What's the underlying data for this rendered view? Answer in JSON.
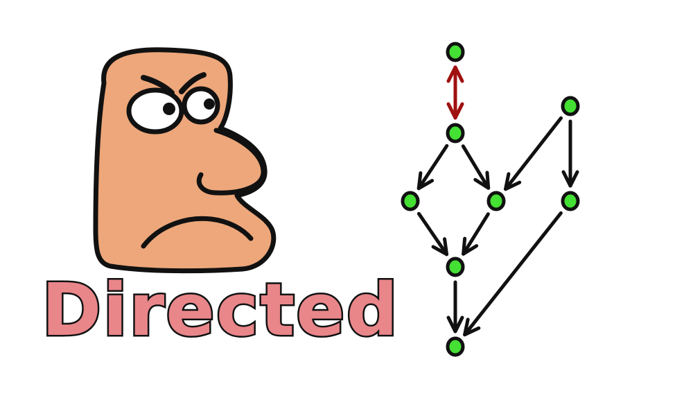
{
  "caption": "Directed",
  "colors": {
    "skin": "#eda77a",
    "outline": "#111111",
    "caption_fill": "#e8868a",
    "node_fill": "#44e033",
    "edge": "#111111",
    "bidirectional_edge": "#a01010"
  },
  "face": {
    "expression": "angry",
    "looking": "right"
  },
  "graph": {
    "nodes": [
      {
        "id": "a"
      },
      {
        "id": "b"
      },
      {
        "id": "c"
      },
      {
        "id": "d"
      },
      {
        "id": "e"
      },
      {
        "id": "f"
      },
      {
        "id": "g"
      },
      {
        "id": "h"
      }
    ],
    "edges": [
      {
        "from": "a",
        "to": "b",
        "kind": "bidirectional"
      },
      {
        "from": "b",
        "to": "c",
        "kind": "directed"
      },
      {
        "from": "b",
        "to": "d",
        "kind": "directed"
      },
      {
        "from": "c",
        "to": "e",
        "kind": "directed"
      },
      {
        "from": "d",
        "to": "e",
        "kind": "directed"
      },
      {
        "from": "e",
        "to": "f",
        "kind": "directed"
      },
      {
        "from": "g",
        "to": "d",
        "kind": "directed"
      },
      {
        "from": "g",
        "to": "h",
        "kind": "directed"
      },
      {
        "from": "h",
        "to": "f",
        "kind": "directed"
      }
    ]
  }
}
